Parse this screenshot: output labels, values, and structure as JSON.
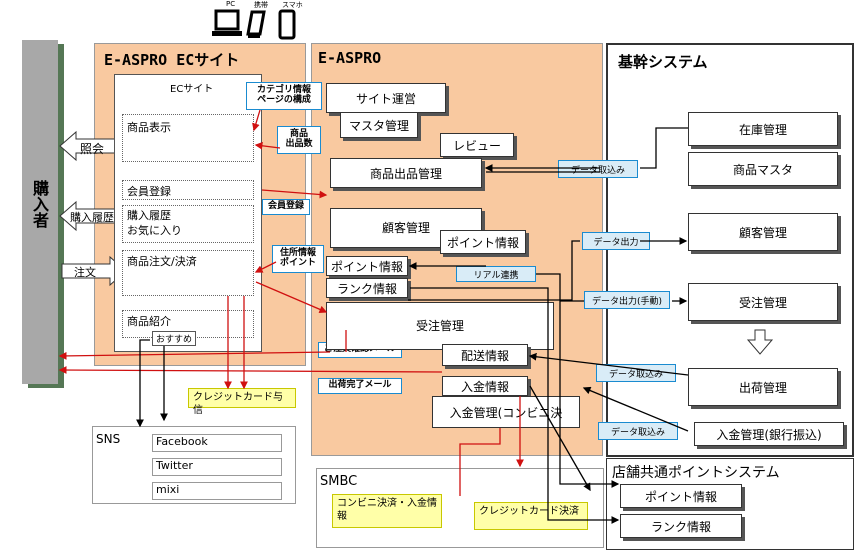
{
  "devices": {
    "pc": "PC",
    "mobile": "携帯",
    "smartphone": "スマホ"
  },
  "purchaser": "購入者",
  "ec_zone": {
    "title": "E-ASPRO ECサイト",
    "inner_title": "ECサイト",
    "product_display": "商品表示",
    "member_registration": "会員登録",
    "history": "購入履歴",
    "favorites": "お気に入り",
    "order_payment": "商品注文/決済",
    "product_intro": "商品紹介",
    "recommend": "おすすめ"
  },
  "left_arrows": {
    "inquiry": "照会",
    "history": "購入履歴",
    "order": "注文"
  },
  "notes": {
    "category": "カテゴリ情報\nページの構成",
    "product_data": "商品\n出品数",
    "member_reg": "会員登録",
    "address_point": "住所情報\nポイント",
    "order_confirm_mail": "ご注文確認メール",
    "ship_complete_mail": "出荷完了メール"
  },
  "aspro_zone": {
    "title": "E-ASPRO",
    "site_operation": "サイト運営",
    "master_mgmt": "マスタ管理",
    "review": "レビュー",
    "product_listing": "商品出品管理",
    "customer_mgmt": "顧客管理",
    "point_info_a": "ポイント情報",
    "point_info_b": "ポイント情報",
    "rank_info": "ランク情報",
    "order_mgmt": "受注管理",
    "delivery_info": "配送情報",
    "payment_info": "入金情報",
    "payment_mgmt": "入金管理(コンビニ決"
  },
  "core_zone": {
    "title": "基幹システム",
    "inventory": "在庫管理",
    "product_master": "商品マスタ",
    "customer_mgmt": "顧客管理",
    "order_mgmt": "受注管理",
    "shipping_mgmt": "出荷管理",
    "payment_bank": "入金管理(銀行振込)"
  },
  "flows": {
    "data_import_1": "データ取込み",
    "data_output": "データ出力",
    "realtime": "リアル連携",
    "data_output_manual": "データ出力(手動)",
    "data_import_2": "データ取込み",
    "data_import_3": "データ取込み"
  },
  "credit_auth": "クレジットカード与信",
  "sns": {
    "title": "SNS",
    "items": [
      "Facebook",
      "Twitter",
      "mixi"
    ]
  },
  "smbc": {
    "title": "SMBC",
    "conv": "コンビニ決済・入金情報",
    "credit": "クレジットカード決済"
  },
  "point_system": {
    "title": "店舗共通ポイントシステム",
    "point_info": "ポイント情報",
    "rank_info": "ランク情報"
  },
  "colors": {
    "zone": "#f9c9a0",
    "arrow_red": "#d01010",
    "note_border": "#1a8bd0",
    "yellow": "#ffffa8"
  }
}
